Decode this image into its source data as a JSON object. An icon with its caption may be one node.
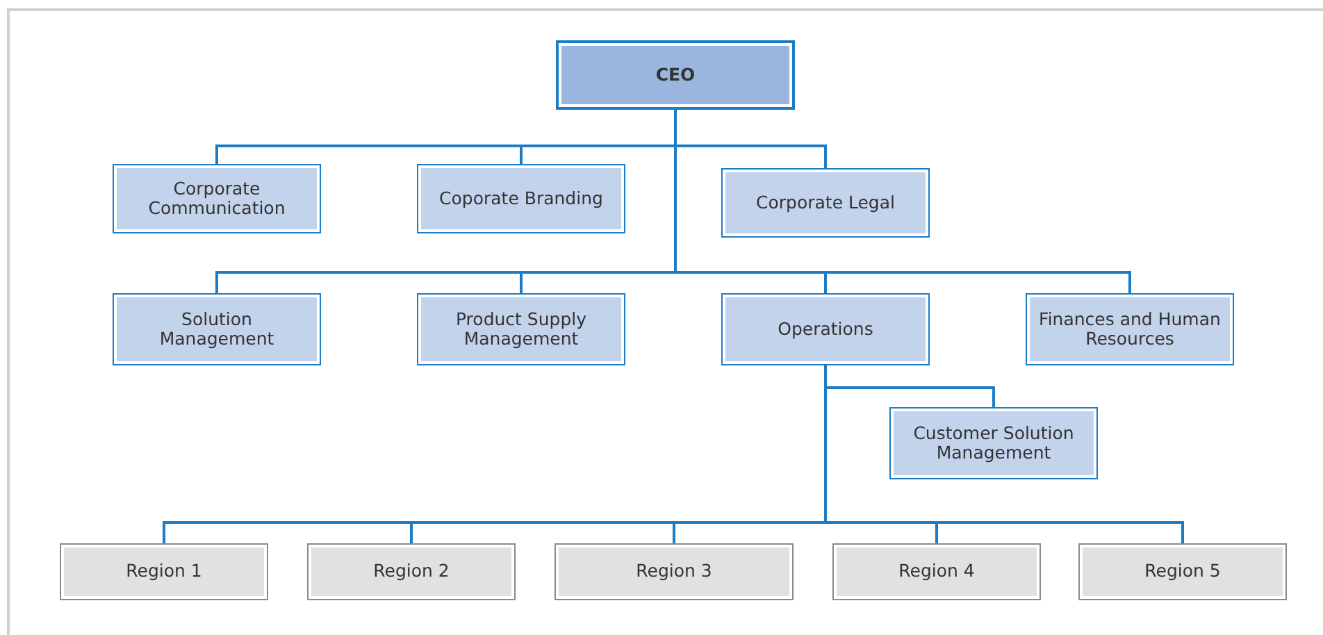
{
  "diagram": {
    "nodes": [
      {
        "text": [
          "CEO"
        ]
      },
      {
        "text": [
          "Corporate Communication"
        ]
      },
      {
        "text": [
          "Coporate Branding"
        ]
      },
      {
        "text": [
          "Corporate Legal"
        ]
      },
      {
        "text": [
          "Solution Management"
        ]
      },
      {
        "text": [
          "Product Supply Management"
        ]
      },
      {
        "text": [
          "Operations"
        ]
      },
      {
        "text": [
          "Finances and Human Resources"
        ]
      },
      {
        "text": [
          "Customer Solution Management"
        ]
      },
      {
        "text": [
          "Region 1"
        ]
      },
      {
        "text": [
          "Region 2"
        ]
      },
      {
        "text": [
          "Region 3"
        ]
      },
      {
        "text": [
          "Region 4"
        ]
      },
      {
        "text": [
          "Region 5"
        ]
      }
    ],
    "edges": [
      {
        "from": 0,
        "to": 1,
        "arrow": "none"
      },
      {
        "from": 0,
        "to": 2,
        "arrow": "none"
      },
      {
        "from": 0,
        "to": 3,
        "arrow": "none"
      },
      {
        "from": 0,
        "to": 4,
        "arrow": "none"
      },
      {
        "from": 0,
        "to": 5,
        "arrow": "none"
      },
      {
        "from": 0,
        "to": 6,
        "arrow": "none"
      },
      {
        "from": 0,
        "to": 7,
        "arrow": "none"
      },
      {
        "from": 6,
        "to": 8,
        "arrow": "none"
      },
      {
        "from": 6,
        "to": 9,
        "arrow": "none"
      },
      {
        "from": 6,
        "to": 10,
        "arrow": "none"
      },
      {
        "from": 6,
        "to": 11,
        "arrow": "none"
      },
      {
        "from": 6,
        "to": 12,
        "arrow": "none"
      },
      {
        "from": 6,
        "to": 13,
        "arrow": "none"
      }
    ]
  }
}
